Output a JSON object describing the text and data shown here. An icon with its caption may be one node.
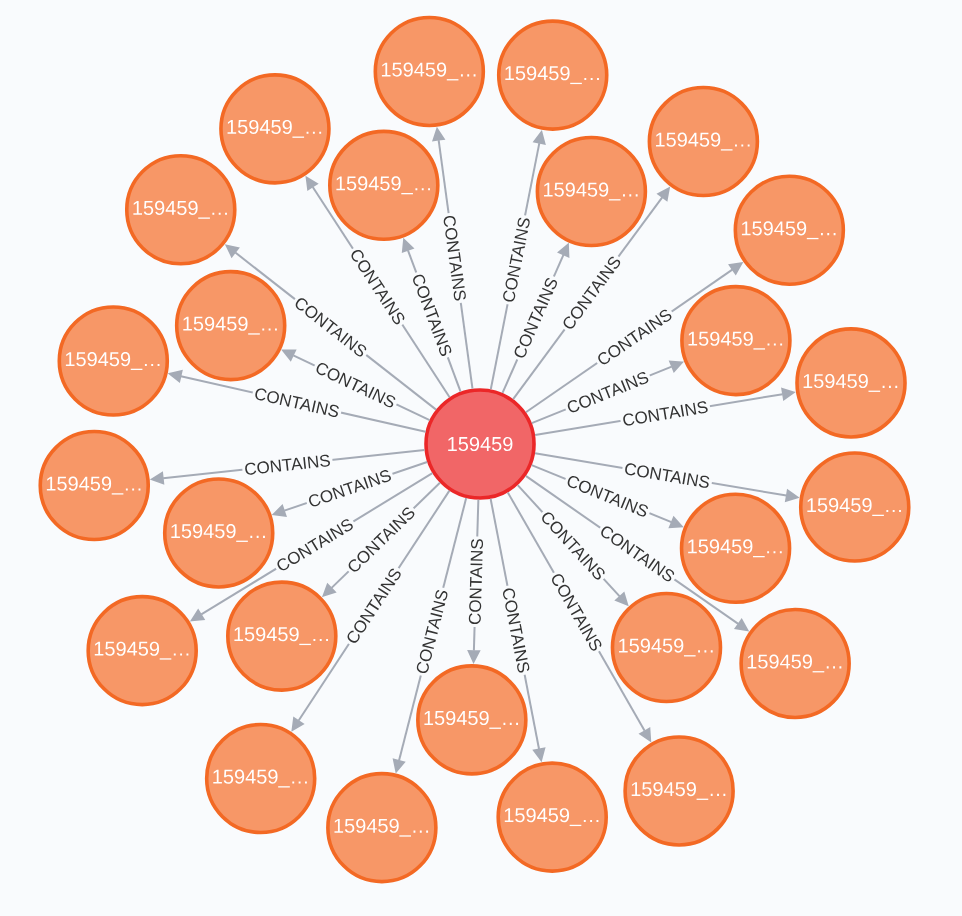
{
  "diagram": {
    "nodes": [
      {
        "text": [
          "159459"
        ]
      },
      {
        "text": [
          "159459_…"
        ]
      },
      {
        "text": [
          "159459_…"
        ]
      },
      {
        "text": [
          "159459_…"
        ]
      },
      {
        "text": [
          "159459_…"
        ]
      },
      {
        "text": [
          "159459_…"
        ]
      },
      {
        "text": [
          "159459_…"
        ]
      },
      {
        "text": [
          "159459_…"
        ]
      },
      {
        "text": [
          "159459_…"
        ]
      },
      {
        "text": [
          "159459_…"
        ]
      },
      {
        "text": [
          "159459_…"
        ]
      },
      {
        "text": [
          "159459_…"
        ]
      },
      {
        "text": [
          "159459_…"
        ]
      },
      {
        "text": [
          "159459_…"
        ]
      },
      {
        "text": [
          "159459_…"
        ]
      },
      {
        "text": [
          "159459_…"
        ]
      },
      {
        "text": [
          "159459_…"
        ]
      },
      {
        "text": [
          "159459_…"
        ]
      },
      {
        "text": [
          "159459_…"
        ]
      },
      {
        "text": [
          "159459_…"
        ]
      },
      {
        "text": [
          "159459_…"
        ]
      },
      {
        "text": [
          "159459_…"
        ]
      },
      {
        "text": [
          "159459_…"
        ]
      },
      {
        "text": [
          "159459_…"
        ]
      },
      {
        "text": [
          "159459_…"
        ]
      },
      {
        "text": [
          "159459_…"
        ]
      }
    ],
    "edges": [
      {
        "from": 0,
        "to": 1,
        "arrow": "to",
        "label": "CONTAINS"
      },
      {
        "from": 0,
        "to": 2,
        "arrow": "to",
        "label": "CONTAINS"
      },
      {
        "from": 0,
        "to": 3,
        "arrow": "to",
        "label": "CONTAINS"
      },
      {
        "from": 0,
        "to": 4,
        "arrow": "to",
        "label": "CONTAINS"
      },
      {
        "from": 0,
        "to": 5,
        "arrow": "to",
        "label": "CONTAINS"
      },
      {
        "from": 0,
        "to": 6,
        "arrow": "to",
        "label": "CONTAINS"
      },
      {
        "from": 0,
        "to": 7,
        "arrow": "to",
        "label": "CONTAINS"
      },
      {
        "from": 0,
        "to": 8,
        "arrow": "to",
        "label": "CONTAINS"
      },
      {
        "from": 0,
        "to": 9,
        "arrow": "to",
        "label": "CONTAINS"
      },
      {
        "from": 0,
        "to": 10,
        "arrow": "to",
        "label": "CONTAINS"
      },
      {
        "from": 0,
        "to": 11,
        "arrow": "to",
        "label": "CONTAINS"
      },
      {
        "from": 0,
        "to": 12,
        "arrow": "to",
        "label": "CONTAINS"
      },
      {
        "from": 0,
        "to": 13,
        "arrow": "to",
        "label": "CONTAINS"
      },
      {
        "from": 0,
        "to": 14,
        "arrow": "to",
        "label": "CONTAINS"
      },
      {
        "from": 0,
        "to": 15,
        "arrow": "to",
        "label": "CONTAINS"
      },
      {
        "from": 0,
        "to": 16,
        "arrow": "to",
        "label": "CONTAINS"
      },
      {
        "from": 0,
        "to": 17,
        "arrow": "to",
        "label": "CONTAINS"
      },
      {
        "from": 0,
        "to": 18,
        "arrow": "to",
        "label": "CONTAINS"
      },
      {
        "from": 0,
        "to": 19,
        "arrow": "to",
        "label": "CONTAINS"
      },
      {
        "from": 0,
        "to": 20,
        "arrow": "to",
        "label": "CONTAINS"
      },
      {
        "from": 0,
        "to": 21,
        "arrow": "to",
        "label": "CONTAINS"
      },
      {
        "from": 0,
        "to": 22,
        "arrow": "to",
        "label": "CONTAINS"
      },
      {
        "from": 0,
        "to": 23,
        "arrow": "to",
        "label": "CONTAINS"
      },
      {
        "from": 0,
        "to": 24,
        "arrow": "to",
        "label": "CONTAINS"
      },
      {
        "from": 0,
        "to": 25,
        "arrow": "to",
        "label": "CONTAINS"
      }
    ]
  }
}
